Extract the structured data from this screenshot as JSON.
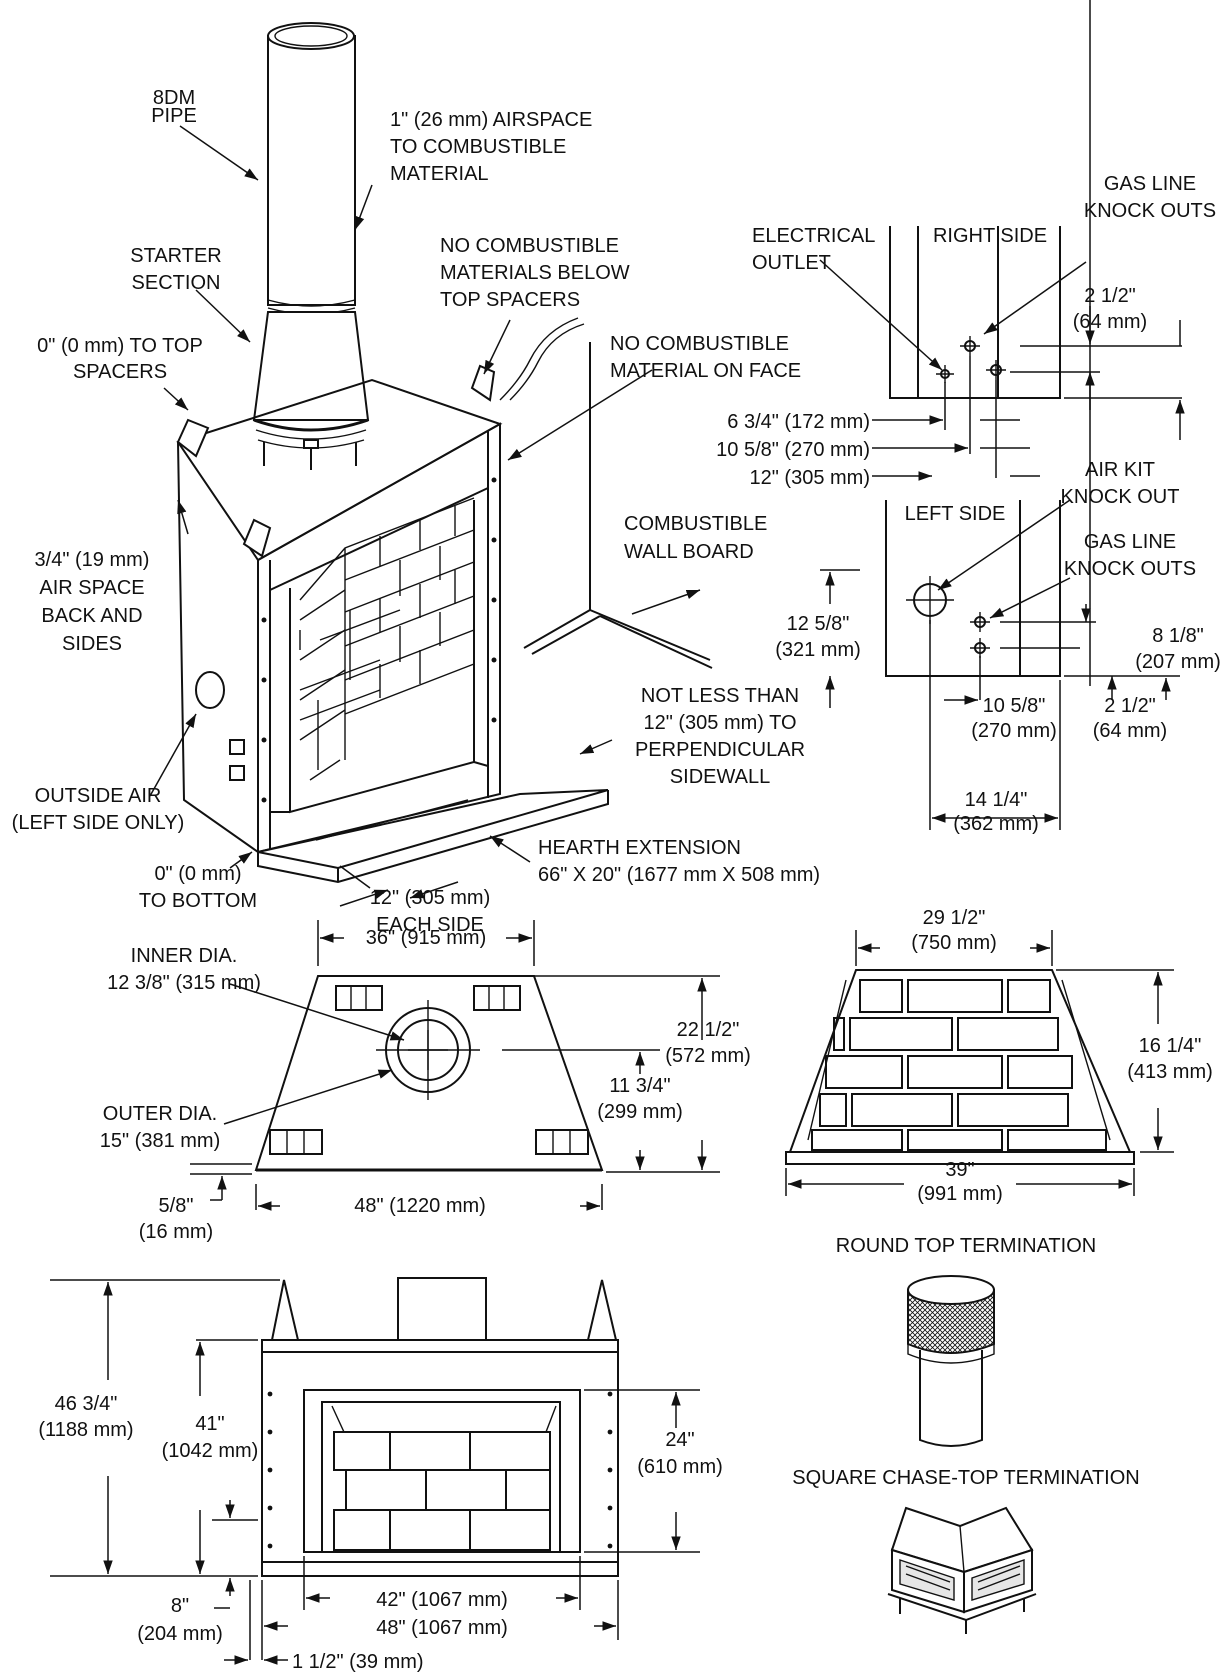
{
  "iso": {
    "pipe": [
      "8DM",
      "PIPE"
    ],
    "airspace": [
      "1\" (26 mm) AIRSPACE",
      "TO COMBUSTIBLE",
      "MATERIAL"
    ],
    "starter": [
      "STARTER",
      "SECTION"
    ],
    "top_spacers": [
      "0\" (0 mm) TO TOP",
      "SPACERS"
    ],
    "no_comb_below": [
      "NO COMBUSTIBLE",
      "MATERIALS BELOW",
      "TOP SPACERS"
    ],
    "no_comb_face": [
      "NO COMBUSTIBLE",
      "MATERIAL ON FACE"
    ],
    "wall_board": [
      "COMBUSTIBLE",
      "WALL BOARD"
    ],
    "air_space": [
      "3/4\" (19 mm)",
      "AIR SPACE",
      "BACK AND",
      "SIDES"
    ],
    "outside_air": [
      "OUTSIDE AIR",
      "(LEFT SIDE ONLY)"
    ],
    "not_less": [
      "NOT LESS THAN",
      "12\" (305 mm) TO",
      "PERPENDICULAR",
      "SIDEWALL"
    ],
    "hearth": [
      "HEARTH EXTENSION",
      "66\" X 20\" (1677 mm X 508 mm)"
    ],
    "bottom": [
      "0\" (0 mm)",
      "TO BOTTOM"
    ],
    "each_side": [
      "12\" (305 mm)",
      "EACH SIDE"
    ]
  },
  "right_side": {
    "title": "RIGHT SIDE",
    "electrical": [
      "ELECTRICAL",
      "OUTLET"
    ],
    "gas": [
      "GAS LINE",
      "KNOCK OUTS"
    ],
    "dim_2_5": [
      "2 1/2\"",
      "(64 mm)"
    ],
    "dim_6_75": "6 3/4\" (172 mm)",
    "dim_10_625": "10 5/8\" (270 mm)",
    "dim_12": "12\" (305 mm)"
  },
  "left_side": {
    "title": "LEFT SIDE",
    "air_kit": [
      "AIR KIT",
      "KNOCK OUT"
    ],
    "gas": [
      "GAS LINE",
      "KNOCK OUTS"
    ],
    "dim_12_625": [
      "12 5/8\"",
      "(321 mm)"
    ],
    "dim_8_125": [
      "8 1/8\"",
      "(207 mm)"
    ],
    "dim_10_625": [
      "10 5/8\"",
      "(270 mm)"
    ],
    "dim_2_5": [
      "2 1/2\"",
      "(64 mm)"
    ],
    "dim_14_25": [
      "14 1/4\"",
      "(362 mm)"
    ]
  },
  "top_view": {
    "width_top": "36\" (915 mm)",
    "inner": [
      "INNER DIA.",
      "12 3/8\" (315 mm)"
    ],
    "outer": [
      "OUTER DIA.",
      "15\" (381 mm)"
    ],
    "depth": [
      "22 1/2\"",
      "(572 mm)"
    ],
    "center": [
      "11 3/4\"",
      "(299 mm)"
    ],
    "small": [
      "5/8\"",
      "(16 mm)"
    ],
    "width_bottom": "48\" (1220 mm)"
  },
  "refractory": {
    "top": [
      "29 1/2\"",
      "(750 mm)"
    ],
    "height": [
      "16 1/4\"",
      "(413 mm)"
    ],
    "bottom": [
      "39\"",
      "(991 mm)"
    ]
  },
  "front": {
    "total_h": [
      "46 3/4\"",
      "(1188 mm)"
    ],
    "h41": [
      "41\"",
      "(1042 mm)"
    ],
    "h24": [
      "24\"",
      "(610 mm)"
    ],
    "h8": [
      "8\"",
      "(204 mm)"
    ],
    "w42": "42\" (1067 mm)",
    "w48": "48\" (1067 mm)",
    "w1_5": "1 1/2\" (39 mm)"
  },
  "terminations": {
    "round": "ROUND TOP TERMINATION",
    "square": "SQUARE CHASE-TOP TERMINATION"
  }
}
